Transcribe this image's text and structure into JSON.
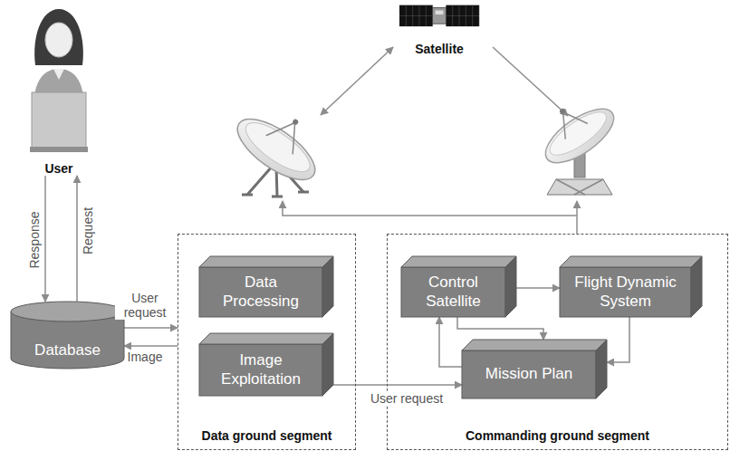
{
  "diagram": {
    "nodes": [
      {
        "text": [
          "User"
        ]
      },
      {
        "text": [
          "Database"
        ]
      },
      {
        "text": [
          "Satellite"
        ]
      },
      {
        "text": [
          "Data ground segment"
        ]
      },
      {
        "text": [
          "Data Processing"
        ],
        "in": 3
      },
      {
        "text": [
          "Image Exploitation"
        ],
        "in": 3
      },
      {
        "text": [
          "Commanding ground segment"
        ]
      },
      {
        "text": [
          "Control Satellite"
        ],
        "in": 6
      },
      {
        "text": [
          "Flight Dynamic System"
        ],
        "in": 6
      },
      {
        "text": [
          "Mission Plan"
        ],
        "in": 6
      }
    ],
    "edges": [
      {
        "from": 0,
        "to": 1,
        "label": "Response",
        "arrow": "to"
      },
      {
        "from": 1,
        "to": 0,
        "label": "Request",
        "arrow": "to"
      },
      {
        "from": 1,
        "to": 3,
        "label": "User request",
        "arrow": "to"
      },
      {
        "from": 3,
        "to": 1,
        "label": "Image",
        "arrow": "to"
      },
      {
        "from": 5,
        "to": 9,
        "label": "User request",
        "arrow": "to"
      },
      {
        "from": 7,
        "to": 8,
        "arrow": "to"
      },
      {
        "from": 7,
        "to": 9,
        "arrow": "to"
      },
      {
        "from": 9,
        "to": 7,
        "arrow": "to"
      },
      {
        "from": 8,
        "to": 9,
        "arrow": "to"
      }
    ]
  }
}
